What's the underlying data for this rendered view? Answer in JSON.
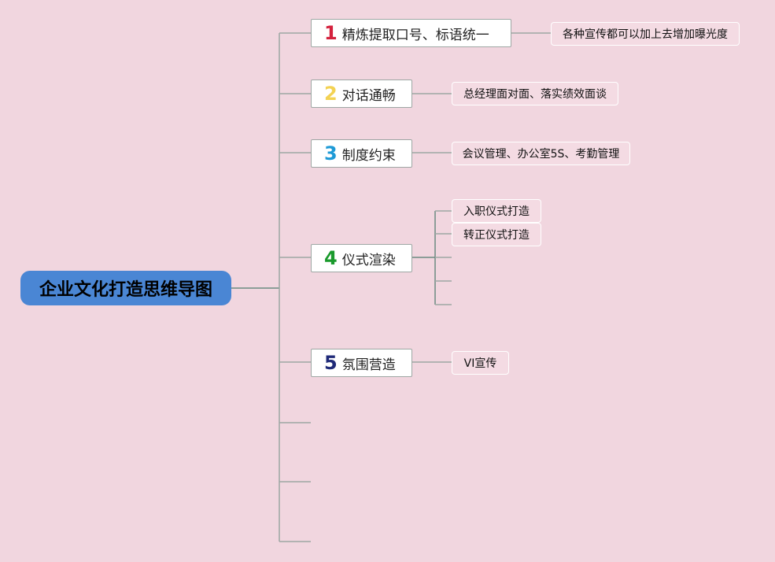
{
  "root": {
    "label": "企业文化打造思维导图"
  },
  "colors": {
    "background": "#f1d6df",
    "root_fill": "#4a86d4",
    "line": "#9ea7a4",
    "line_dark": "#6b8a80"
  },
  "branches": [
    {
      "num": "1",
      "num_color": "#d4213d",
      "label": "精炼提取口号、标语统一",
      "leaves": [
        "各种宣传都可以加上去增加曝光度"
      ]
    },
    {
      "num": "2",
      "num_color": "#f3d253",
      "label": "对话通畅",
      "leaves": [
        "总经理面对面、落实绩效面谈"
      ]
    },
    {
      "num": "3",
      "num_color": "#1e9ad6",
      "label": "制度约束",
      "leaves": [
        "会议管理、办公室5S、考勤管理"
      ]
    },
    {
      "num": "4",
      "num_color": "#1a9a2c",
      "label": "仪式渲染",
      "leaves": [
        "入职仪式打造",
        "转正仪式打造"
      ]
    },
    {
      "num": "5",
      "num_color": "#1f2a78",
      "label": "氛围营造",
      "leaves": [
        "VI宣传"
      ]
    }
  ]
}
